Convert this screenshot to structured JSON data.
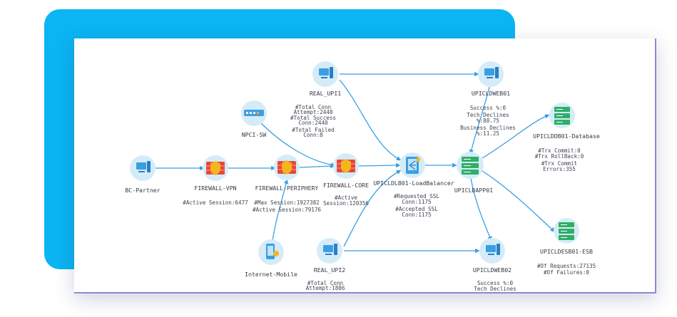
{
  "colors": {
    "card": "#0bb4f2",
    "edge": "#3a9ee4",
    "node_ring": "#d5ecf8",
    "firewall": "#e8463b",
    "server_green": "#2fae67",
    "border": "#8f86d6"
  },
  "nodes": {
    "bc_partner": {
      "label": "BC-Partner",
      "icon": "monitor-icon"
    },
    "firewall_vpn": {
      "label": "FIREWALL-VPN",
      "icon": "firewall-icon",
      "stat1": "#Active Session:6477"
    },
    "npci_sw": {
      "label": "NPCI-SW",
      "icon": "switch-icon"
    },
    "firewall_periphery": {
      "label": "FIREWALL-PERIPHERY",
      "icon": "firewall-icon",
      "stat1": "#Max Session:1927382",
      "stat2": "#Active Session:79176"
    },
    "internet_mobile": {
      "label": "Internet-Mobile",
      "icon": "mobile-icon"
    },
    "real_upi1": {
      "label": "REAL_UPI1",
      "icon": "monitor-icon",
      "stats": [
        "#Total Conn",
        "Attempt:2448",
        "#Total Success",
        "Conn:2440",
        "#Total Failed",
        "Conn:8"
      ]
    },
    "real_upi2": {
      "label": "REAL_UPI2",
      "icon": "monitor-icon",
      "stats": [
        "#Total Conn",
        "Attempt:1886"
      ]
    },
    "firewall_core": {
      "label": "FIREWALL-CORE",
      "icon": "firewall-icon",
      "stats": [
        "#Active",
        "Session:120356"
      ]
    },
    "load_balancer": {
      "label": "UPICLDLB01-LoadBalancer",
      "icon": "load-balancer-icon",
      "stats": [
        "#Requested SSL",
        "Conn:1175",
        "#Accepted SSL",
        "Conn:1175"
      ]
    },
    "upicldweb01": {
      "label": "UPICLDWEB01",
      "icon": "monitor-icon",
      "stats": [
        "Success %:0",
        "Tech Declines",
        "%:88.75",
        "Business Declines",
        "%:11.25"
      ]
    },
    "upicldapp01": {
      "label": "UPICLDAPP01",
      "icon": "server-icon"
    },
    "upicldweb02": {
      "label": "UPICLDWEB02",
      "icon": "monitor-icon",
      "stats": [
        "Success %:0",
        "Tech Declines"
      ]
    },
    "upiclddb01": {
      "label": "UPICLDDB01-Database",
      "icon": "database-icon",
      "stats": [
        "#Trx Commit:0",
        "#Trx RollBack:0",
        "#Trx Commit",
        "Errors:355"
      ]
    },
    "upicldesb01": {
      "label": "UPICLDESB01-ESB",
      "icon": "server-icon",
      "stats": [
        "#Of Requests:27135",
        "#Of Failures:0"
      ]
    }
  }
}
